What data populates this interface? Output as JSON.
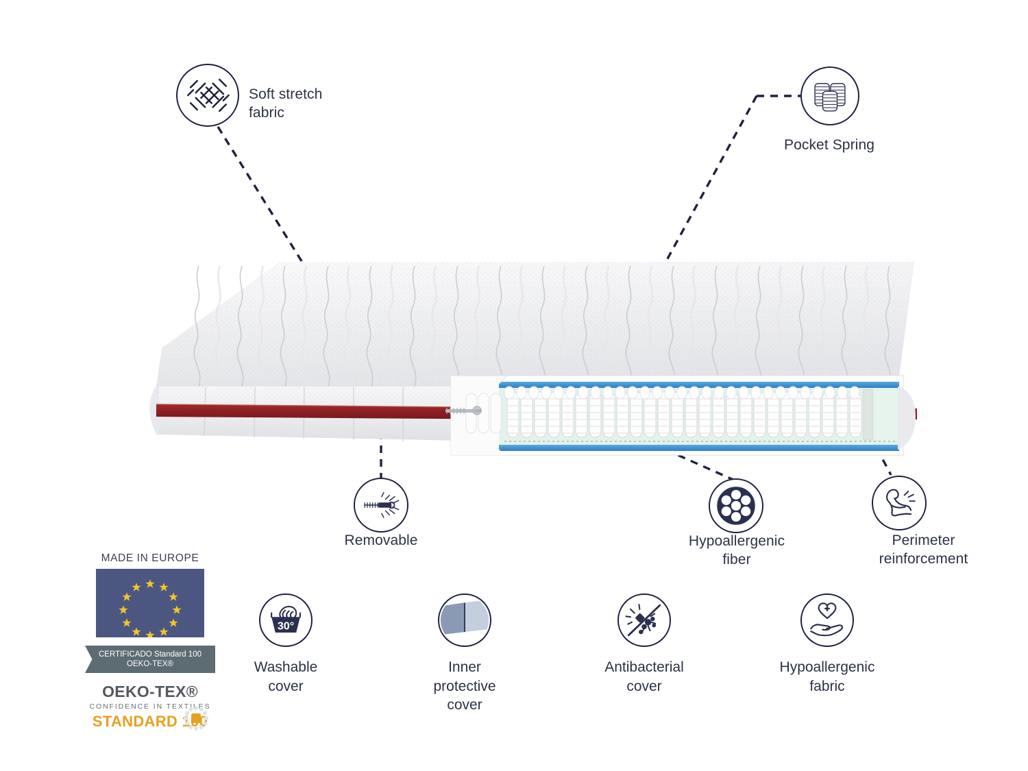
{
  "product": {
    "type": "pocket-spring-mattress-cutaway-diagram"
  },
  "callouts": [
    {
      "id": "soft-stretch-fabric",
      "label": "Soft stretch\nfabric",
      "icon": "woven-fabric-icon"
    },
    {
      "id": "pocket-spring",
      "label": "Pocket Spring",
      "icon": "coil-springs-icon"
    },
    {
      "id": "removable",
      "label": "Removable",
      "icon": "zipper-icon"
    },
    {
      "id": "hypoallergenic-fiber",
      "label": "Hypoallergenic\nfiber",
      "icon": "hollow-fiber-icon"
    },
    {
      "id": "perimeter-reinforcement",
      "label": "Perimeter\nreinforcement",
      "icon": "flexed-arm-icon"
    }
  ],
  "features": [
    {
      "id": "washable-cover",
      "label": "Washable\ncover",
      "icon": "wash-tub-hand-icon",
      "temperature": "30°"
    },
    {
      "id": "inner-protective-cover",
      "label": "Inner\nprotective\ncover",
      "icon": "fabric-layers-icon"
    },
    {
      "id": "antibacterial-cover",
      "label": "Antibacterial\ncover",
      "icon": "no-bacteria-icon"
    },
    {
      "id": "hypoallergenic-fabric",
      "label": "Hypoallergenic\nfabric",
      "icon": "hand-heart-plus-icon"
    }
  ],
  "certifications": {
    "made_in_europe": "MADE IN EUROPE",
    "ribbon_line1": "CERTIFICADO Standard 100",
    "ribbon_line2": "OEKO-TEX®",
    "oeko_name": "OEKO-TEX®",
    "oeko_tagline": "CONFIDENCE IN TEXTILES",
    "oeko_standard": "STANDARD 100"
  },
  "colors": {
    "ink": "#1e2140",
    "text": "#2c3244",
    "zipper_red": "#8e2023",
    "eu_blue": "#4c5781",
    "eu_star": "#f2c528",
    "ribbon_gray": "#5d6b73",
    "oeko_gray": "#55585e",
    "oeko_amber": "#e8a020",
    "spring_layer_blue": "#3b8fd4",
    "fiber_mint": "#e2f1ea",
    "fabric_white": "#f3f3f4"
  }
}
